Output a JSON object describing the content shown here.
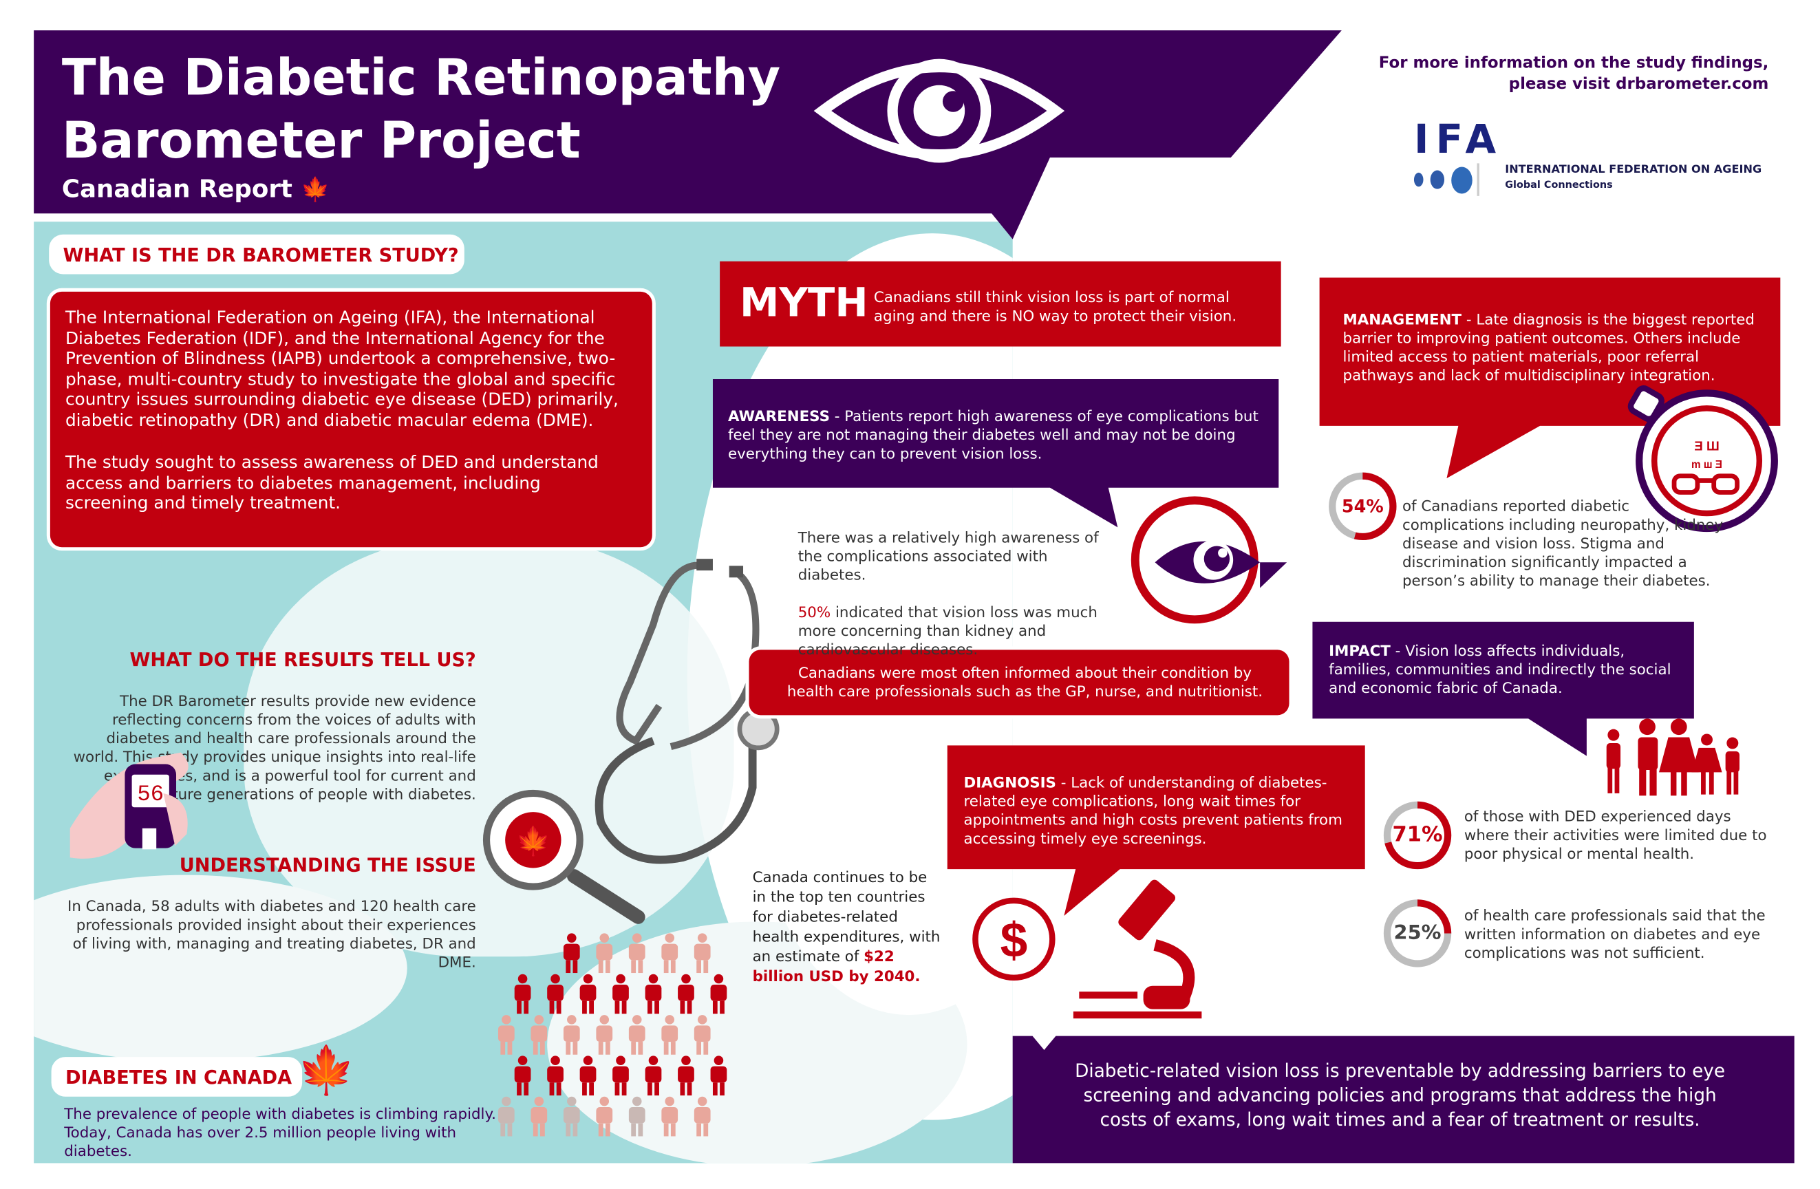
{
  "header": {
    "title_line1": "The Diabetic Retinopathy",
    "title_line2": "Barometer Project",
    "subtitle": "Canadian Report",
    "more_info_line1": "For more information on the study findings,",
    "more_info_line2": "please visit drbarometer.com"
  },
  "logo": {
    "letters": "IFA",
    "name": "INTERNATIONAL FEDERATION ON AGEING",
    "tagline": "Global Connections"
  },
  "study": {
    "heading": "WHAT IS THE DR BAROMETER STUDY?",
    "para1": "The International Federation on Ageing (IFA), the International Diabetes Federation (IDF), and the International Agency for the Prevention of Blindness (IAPB) undertook a comprehensive, two-phase, multi-country study to investigate the global and specific country issues surrounding diabetic eye disease (DED) primarily, diabetic retinopathy (DR) and diabetic macular edema (DME).",
    "para2": "The study sought to assess  awareness of DED and understand access and barriers to diabetes management, including screening and timely treatment."
  },
  "results": {
    "heading": "WHAT DO THE RESULTS TELL US?",
    "text": "The DR Barometer results provide new evidence reflecting concerns from the voices of adults with diabetes and health care professionals around the world. This study provides unique insights into real-life experiences, and is a powerful tool for current and future generations of people with diabetes.",
    "meter_reading": "56"
  },
  "issue": {
    "heading": "UNDERSTANDING THE ISSUE",
    "text": "In Canada, 58 adults with diabetes and 120 health care professionals provided insight about their experiences of living with, managing and treating diabetes, DR and DME."
  },
  "diabetes_canada": {
    "heading": "DIABETES IN CANADA",
    "text": "The prevalence of people with diabetes is climbing rapidly. Today, Canada has over 2.5 million people living with diabetes."
  },
  "myth": {
    "label": "MYTH",
    "text": "Canadians still think vision loss is part of normal aging and there is NO way to protect their vision."
  },
  "awareness": {
    "label": "AWARENESS",
    "text": " - Patients report high awareness of eye complications but feel they are not managing their diabetes well and may not be doing everything they can to prevent vision loss."
  },
  "awareness_detail": {
    "text1": "There was a relatively high awareness of the complications associated with diabetes.",
    "stat": "50%",
    "text2": " indicated that vision loss was much more concerning than kidney and cardiovascular diseases."
  },
  "informed": {
    "text": "Canadians were most often informed about their condition by health care professionals such as the GP, nurse, and nutritionist."
  },
  "expenditure": {
    "text": "Canada continues to be in the top ten countries for diabetes-related health expenditures, with an estimate of ",
    "highlight": "$22 billion USD by 2040."
  },
  "diagnosis": {
    "label": "DIAGNOSIS",
    "text": " - Lack of understanding of diabetes-related eye complications, long wait times for appointments and high costs prevent patients from accessing timely eye screenings."
  },
  "management": {
    "label": "MANAGEMENT",
    "text": " - Late diagnosis is the biggest reported barrier to improving patient outcomes. Others include limited access to patient materials, poor referral pathways and lack of multidisciplinary integration."
  },
  "impact": {
    "label": "IMPACT",
    "text": " - Vision loss affects individuals, families, communities and indirectly the social and economic fabric of Canada."
  },
  "stats": [
    {
      "label": "54%",
      "value": 54,
      "text": "of Canadians reported diabetic complications including neuropathy, kidney disease and vision loss. Stigma and discrimination significantly impacted a person’s ability to manage their diabetes."
    },
    {
      "label": "71%",
      "value": 71,
      "text": "of those with DED experienced days where their activities were limited due to poor physical or mental health."
    },
    {
      "label": "25%",
      "value": 25,
      "text": "of health care professionals said that the written information on diabetes and eye complications was not sufficient."
    }
  ],
  "conclusion": {
    "text": "Diabetic-related vision loss is preventable by addressing barriers to eye screening and advancing policies and programs that address the high costs of exams, long wait times and a fear of treatment or results."
  },
  "colors": {
    "purple": "#3c0058",
    "red": "#c1000f",
    "teal": "#a3dbdc",
    "grey": "#bdbdbd"
  }
}
